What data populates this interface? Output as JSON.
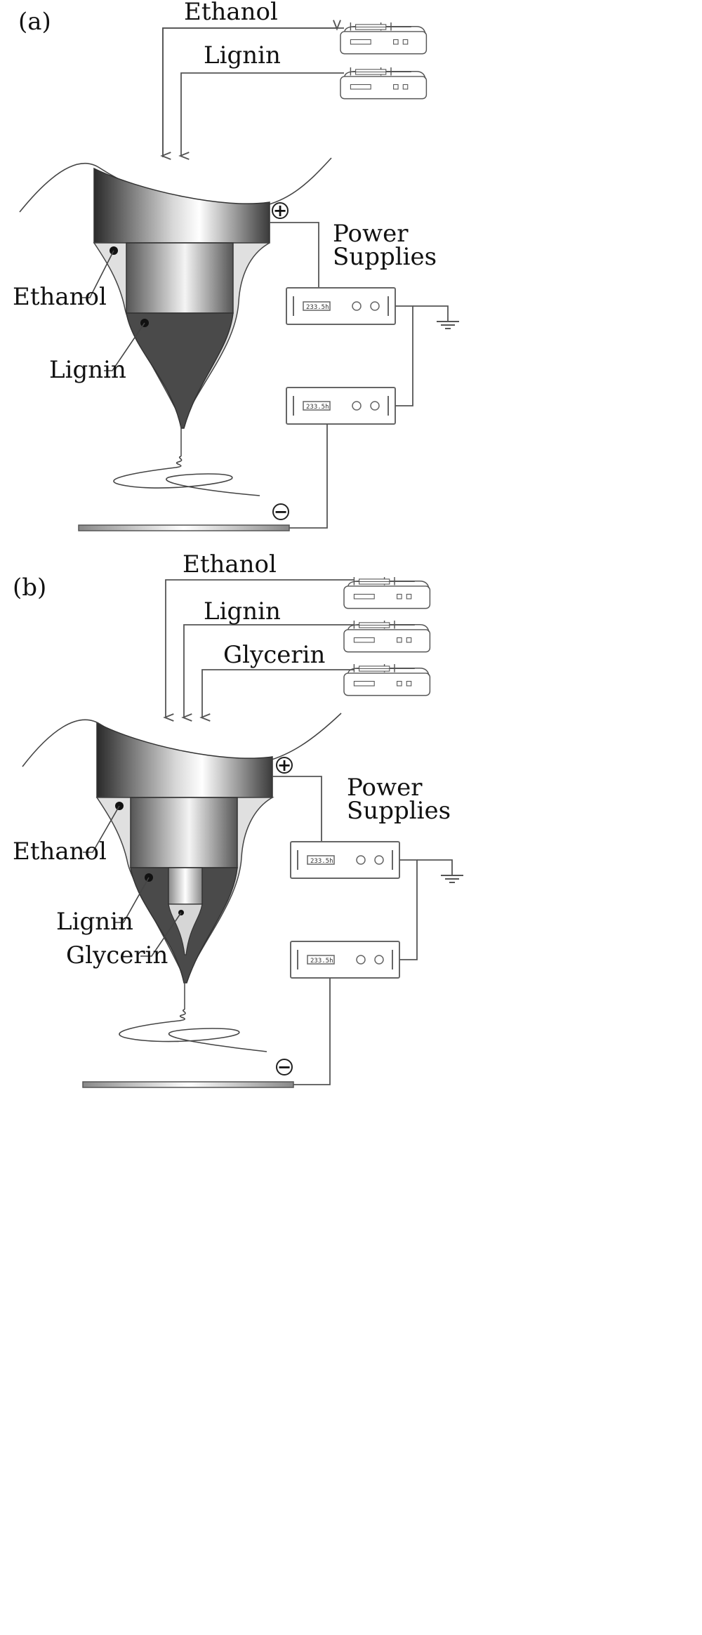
{
  "panel_a": {
    "tag": "(a)",
    "feed_labels": [
      "Ethanol",
      "Lignin"
    ],
    "power_supplies_line1": "Power",
    "power_supplies_line2": "Supplies",
    "callouts": [
      "Ethanol",
      "Lignin"
    ],
    "display_readout": "233.5h",
    "plus_sign": "+",
    "minus_sign": "−"
  },
  "panel_b": {
    "tag": "(b)",
    "feed_labels": [
      "Ethanol",
      "Lignin",
      "Glycerin"
    ],
    "power_supplies_line1": "Power",
    "power_supplies_line2": "Supplies",
    "callouts": [
      "Ethanol",
      "Lignin",
      "Glycerin"
    ],
    "display_readout": "233.5h",
    "plus_sign": "+",
    "minus_sign": "−"
  },
  "colors": {
    "lignin_fill": "#4a4a4a",
    "ethanol_fill": "#e0e0e0",
    "line": "#555555"
  }
}
